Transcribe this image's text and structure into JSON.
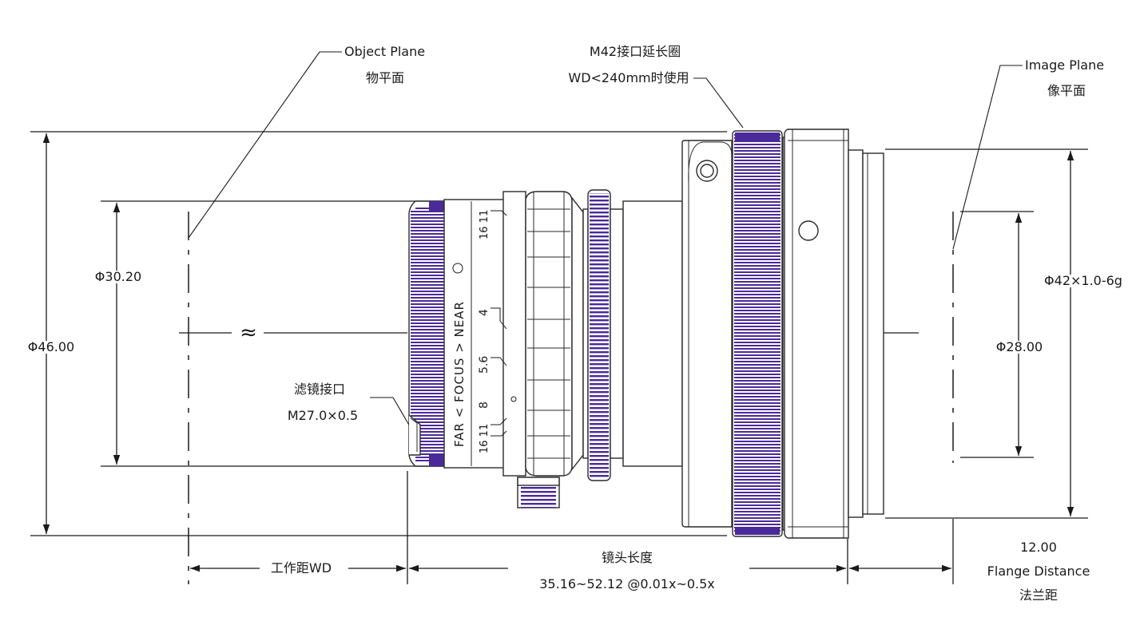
{
  "colors": {
    "accent": "#4a2a9a",
    "line": "#1a1a1a"
  },
  "labels": {
    "object_plane": "Object Plane",
    "object_plane_cn": "物平面",
    "m42_ring": "M42接口延长圈",
    "m42_note": "WD<240mm时使用",
    "image_plane": "Image Plane",
    "image_plane_cn": "像平面",
    "phi_30": "Φ30.20",
    "phi_46": "Φ46.00",
    "phi_42": "Φ42×1.0-6g",
    "phi_28": "Φ28.00",
    "approx": "≈",
    "filter_mount": "滤镜接口",
    "filter_thread": "M27.0×0.5",
    "wd": "工作距WD",
    "lens_length": "镜头长度",
    "lens_length_value": "35.16~52.12 @0.01x~0.5x",
    "flange_value": "12.00",
    "flange": "Flange Distance",
    "flange_cn": "法兰距"
  },
  "ring_markings": {
    "focus": "FAR < FOCUS > NEAR",
    "aperture_top": "16  11",
    "aperture_bottom": "16  11",
    "focus_scale": [
      "4",
      "5.6",
      "8",
      "16"
    ]
  }
}
